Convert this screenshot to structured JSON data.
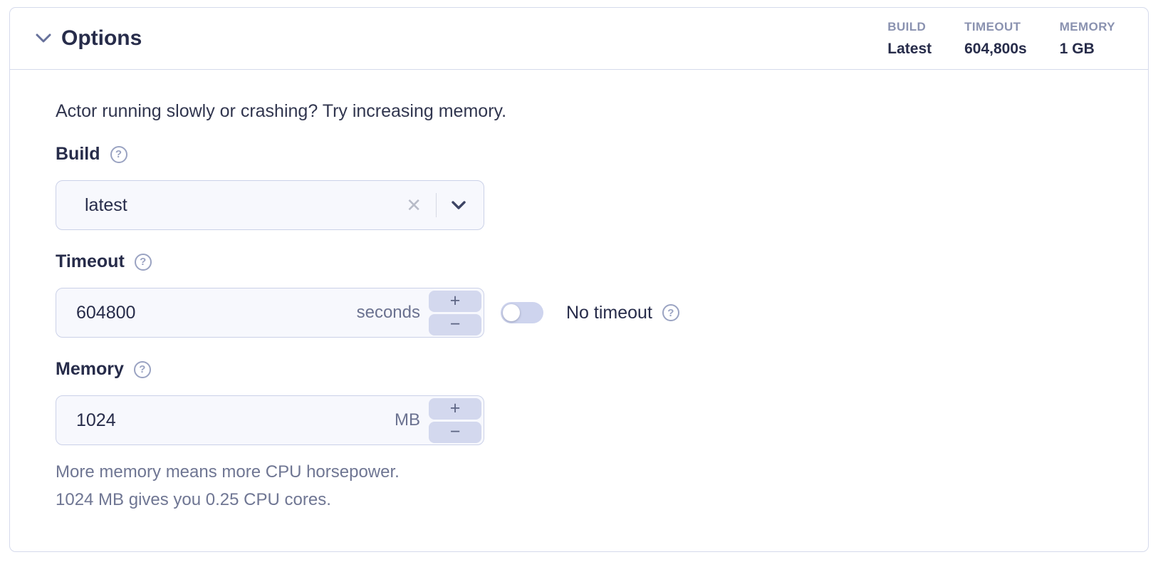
{
  "panel": {
    "title": "Options",
    "summary": [
      {
        "label": "BUILD",
        "value": "Latest"
      },
      {
        "label": "TIMEOUT",
        "value": "604,800s"
      },
      {
        "label": "MEMORY",
        "value": "1 GB"
      }
    ],
    "description": "Actor running slowly or crashing? Try increasing memory.",
    "fields": {
      "build": {
        "label": "Build",
        "value": "latest"
      },
      "timeout": {
        "label": "Timeout",
        "value": "604800",
        "unit": "seconds",
        "toggle_label": "No timeout"
      },
      "memory": {
        "label": "Memory",
        "value": "1024",
        "unit": "MB"
      }
    },
    "memory_help": {
      "line1": "More memory means more CPU horsepower.",
      "line2": "1024 MB gives you 0.25 CPU cores."
    },
    "stepper": {
      "increment": "+",
      "decrement": "−"
    },
    "icons": {
      "clear": "✕",
      "help": "?"
    },
    "colors": {
      "border": "#d5daec",
      "text_dark": "#272c4a",
      "text_muted": "#8a92b0",
      "input_bg": "#f7f8fd",
      "input_border": "#cbd1e8",
      "stepper_bg": "#d3d8ee",
      "toggle_track": "#ced4ee"
    }
  }
}
